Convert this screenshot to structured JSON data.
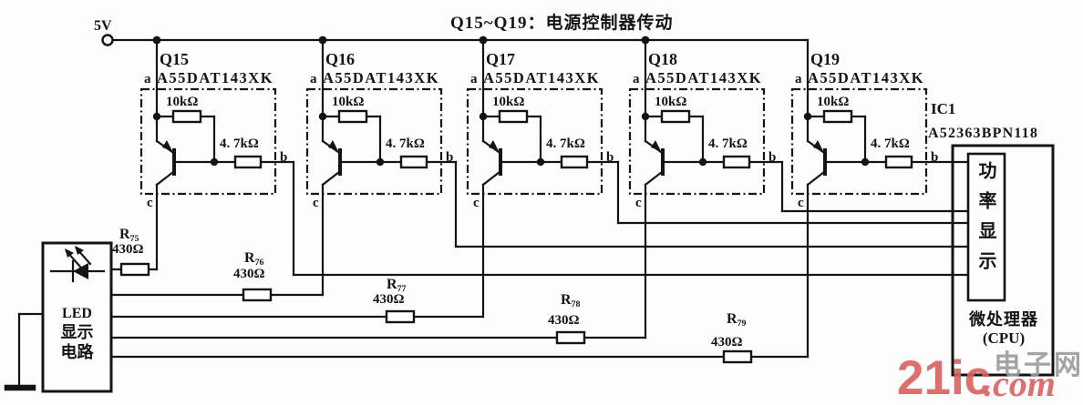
{
  "title": "Q15~Q19：电源控制器传动",
  "power": {
    "label": "5V"
  },
  "transistors": [
    {
      "name": "Q15",
      "part": "A55DAT143XK",
      "pin_a": "a",
      "pin_b": "b",
      "pin_c": "c",
      "base_resistor": "10kΩ",
      "series_resistor": "4. 7kΩ"
    },
    {
      "name": "Q16",
      "part": "A55DAT143XK",
      "pin_a": "a",
      "pin_b": "b",
      "pin_c": "c",
      "base_resistor": "10kΩ",
      "series_resistor": "4. 7kΩ"
    },
    {
      "name": "Q17",
      "part": "A55DAT143XK",
      "pin_a": "a",
      "pin_b": "b",
      "pin_c": "c",
      "base_resistor": "10kΩ",
      "series_resistor": "4. 7kΩ"
    },
    {
      "name": "Q18",
      "part": "A55DAT143XK",
      "pin_a": "a",
      "pin_b": "b",
      "pin_c": "c",
      "base_resistor": "10kΩ",
      "series_resistor": "4. 7kΩ"
    },
    {
      "name": "Q19",
      "part": "A55DAT143XK",
      "pin_a": "a",
      "pin_b": "b",
      "pin_c": "c",
      "base_resistor": "10kΩ",
      "series_resistor": "4. 7kΩ"
    }
  ],
  "pull_resistors": [
    {
      "ref": "R",
      "sub": "75",
      "value": "430Ω"
    },
    {
      "ref": "R",
      "sub": "76",
      "value": "430Ω"
    },
    {
      "ref": "R",
      "sub": "77",
      "value": "430Ω"
    },
    {
      "ref": "R",
      "sub": "78",
      "value": "430Ω"
    },
    {
      "ref": "R",
      "sub": "79",
      "value": "430Ω"
    }
  ],
  "led_block": {
    "line1": "LED",
    "line2": "显示",
    "line3": "电路"
  },
  "ic": {
    "ref": "IC1",
    "part": "A52363BPN118",
    "display_label": "功率显示",
    "cpu_line1": "微处理器",
    "cpu_line2": "(CPU)"
  },
  "watermark": {
    "brand": "21ic",
    "suffix": ".com",
    "site": "电子网",
    "brand_color": "#d96060",
    "site_color": "#9b9b9b"
  },
  "symbols": [
    "power-terminal-icon",
    "pnp-transistor-icon",
    "resistor-icon",
    "led-icon",
    "ground-icon"
  ],
  "colors": {
    "ink": "#141414",
    "background": "#fdfdfd"
  }
}
